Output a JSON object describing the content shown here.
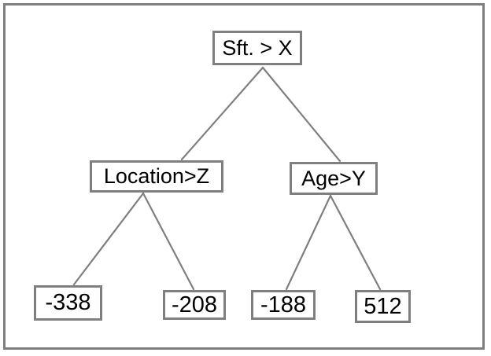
{
  "diagram": {
    "nodes": {
      "root": "Sft. > X",
      "left_split": "Location>Z",
      "right_split": "Age>Y",
      "leaf_1": "-338",
      "leaf_2": "-208",
      "leaf_3": "-188",
      "leaf_4": "512"
    },
    "edges": [
      {
        "from": "root",
        "to": "left_split"
      },
      {
        "from": "root",
        "to": "right_split"
      },
      {
        "from": "left_split",
        "to": "leaf_1"
      },
      {
        "from": "left_split",
        "to": "leaf_2"
      },
      {
        "from": "right_split",
        "to": "leaf_3"
      },
      {
        "from": "right_split",
        "to": "leaf_4"
      }
    ],
    "colors": {
      "border": "#7f7f7f",
      "text": "#000000",
      "background": "#ffffff"
    }
  }
}
